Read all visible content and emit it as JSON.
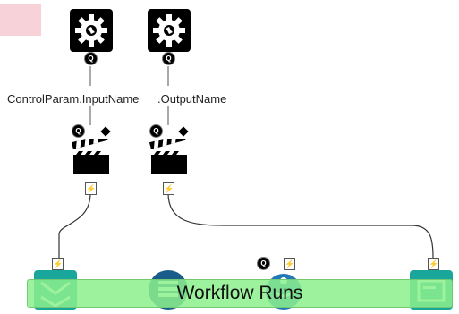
{
  "canvas": {
    "tools": [
      {
        "label": "ControlParam.InputName",
        "icon": "control-param-gear-icon"
      },
      {
        "label": ".OutputName",
        "icon": "control-param-gear-icon"
      }
    ],
    "badge_q": "Q",
    "anchor_lightning": "⚡"
  },
  "banner": {
    "title": "Workflow Runs"
  },
  "colors": {
    "banner": "#8cf08c",
    "tool_teal": "#1aa79b",
    "tool_navy": "#1b5d8a",
    "tool_blue": "#2478b8"
  }
}
